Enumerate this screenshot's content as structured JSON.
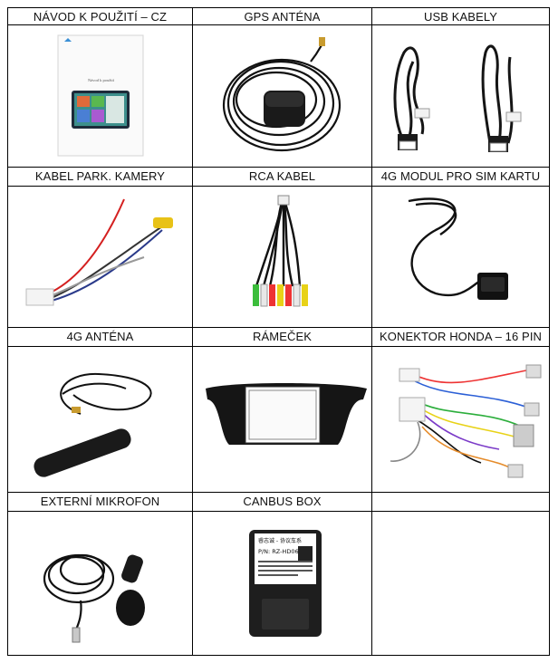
{
  "cells": [
    {
      "label": "NÁVOD K POUŽITÍ – CZ",
      "icon": "manual-icon"
    },
    {
      "label": "GPS ANTÉNA",
      "icon": "gps-antenna-icon"
    },
    {
      "label": "USB KABELY",
      "icon": "usb-cables-icon"
    },
    {
      "label": "KABEL PARK. KAMERY",
      "icon": "parking-camera-cable-icon"
    },
    {
      "label": "RCA KABEL",
      "icon": "rca-cable-icon"
    },
    {
      "label": "4G MODUL PRO SIM KARTU",
      "icon": "4g-sim-module-icon"
    },
    {
      "label": "4G ANTÉNA",
      "icon": "4g-antenna-icon"
    },
    {
      "label": "RÁMEČEK",
      "icon": "frame-icon"
    },
    {
      "label": "KONEKTOR HONDA – 16 PIN",
      "icon": "honda-connector-icon"
    },
    {
      "label": "EXTERNÍ MIKROFON",
      "icon": "microphone-icon"
    },
    {
      "label": "CANBUS BOX",
      "icon": "canbus-box-icon"
    },
    {
      "label": "",
      "icon": ""
    }
  ],
  "manual": {
    "title_lines": [
      "Návod k použití"
    ]
  },
  "canbus": {
    "lines": [
      "睿志诚 - 协议车系",
      "P/N: RZ-HD06"
    ]
  }
}
